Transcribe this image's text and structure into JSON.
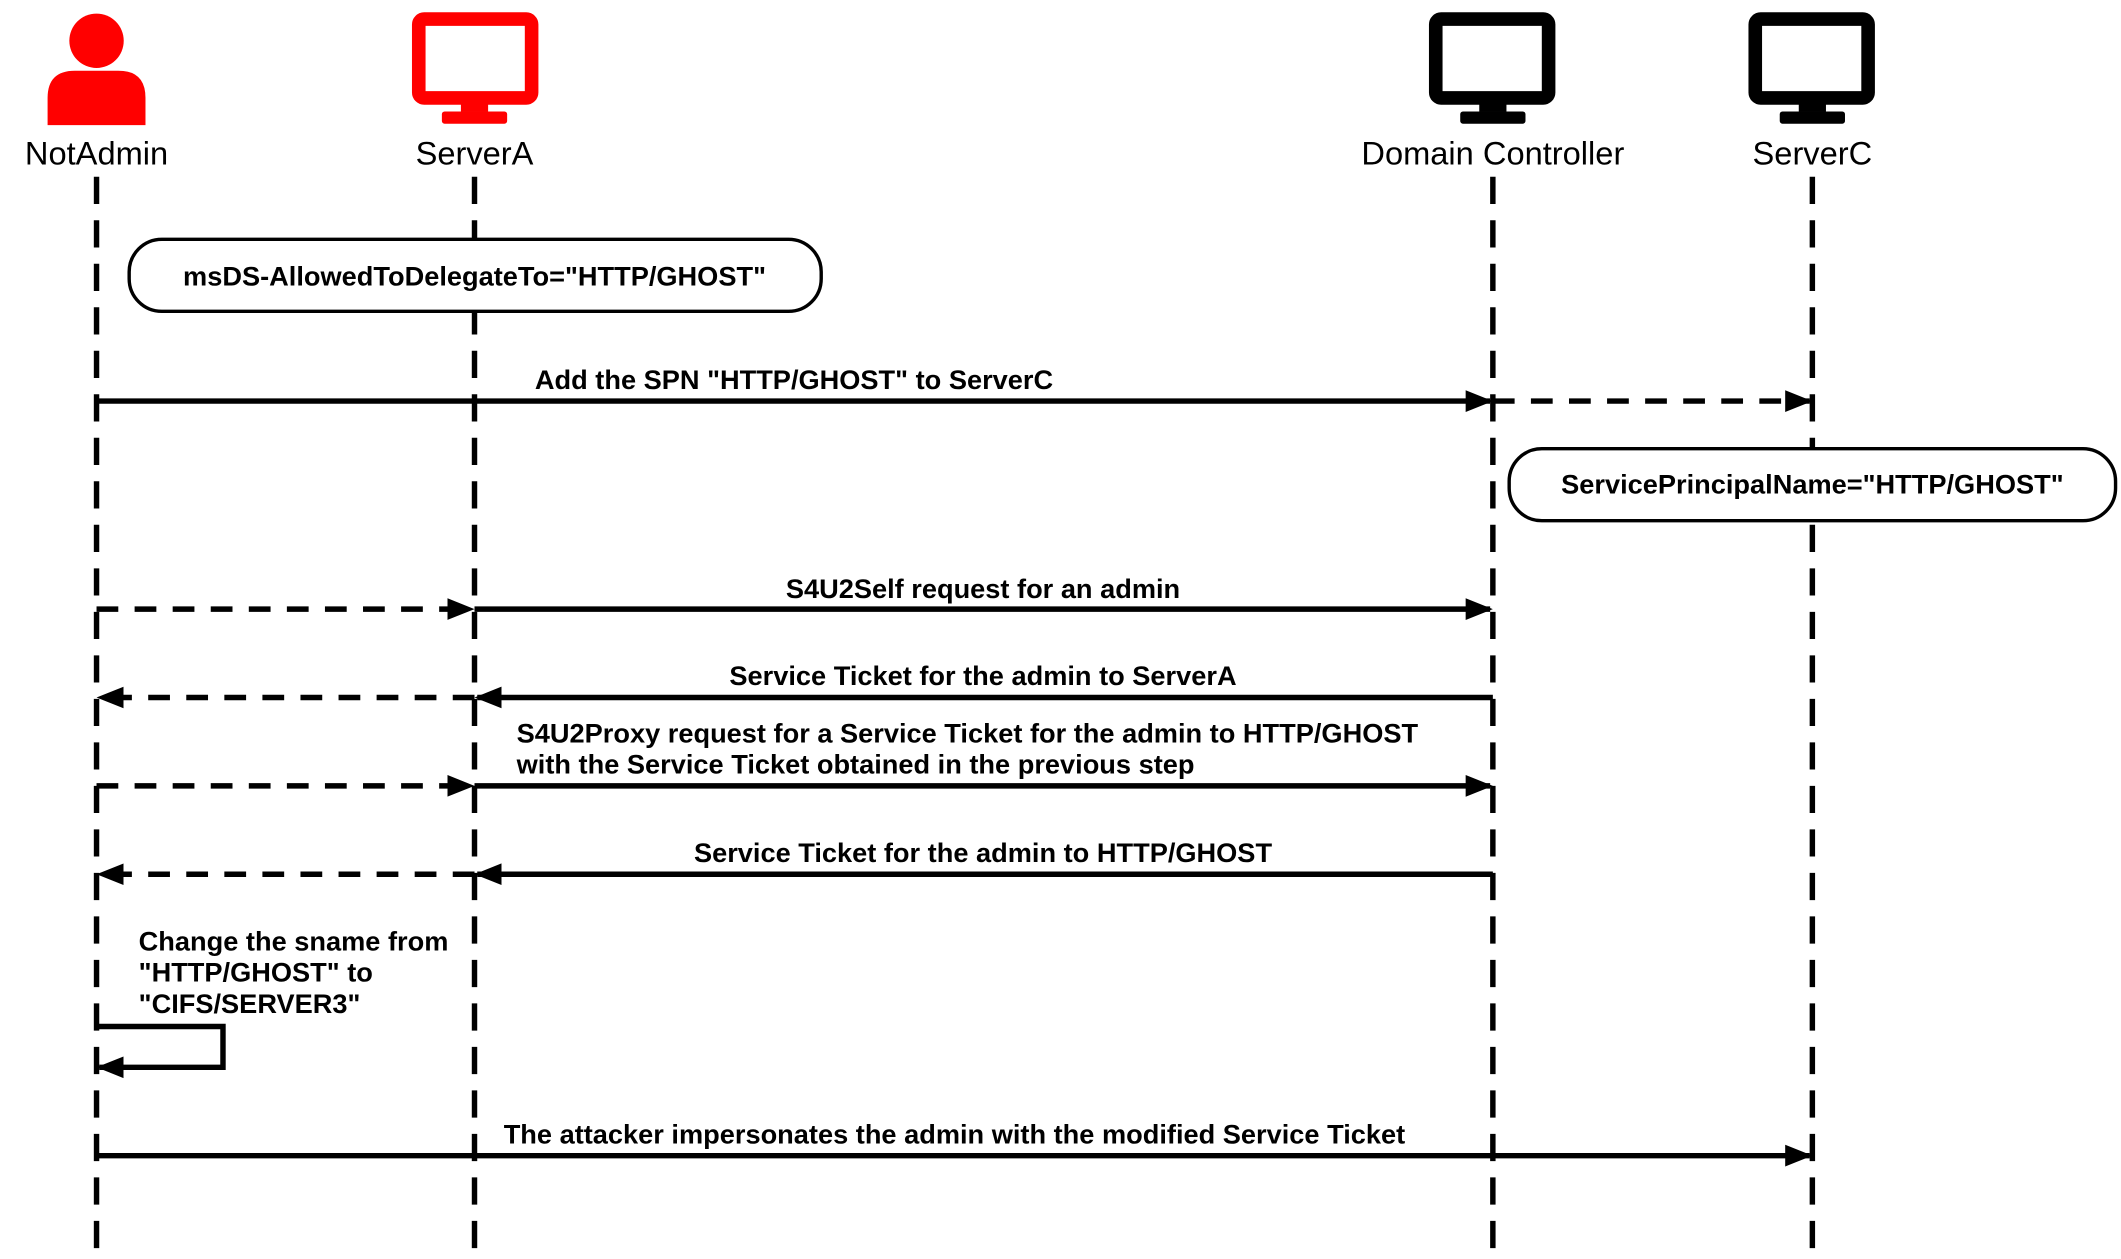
{
  "colors": {
    "attacker_accent": "#ff0000",
    "default_stroke": "#000000",
    "background": "#ffffff"
  },
  "actors": [
    {
      "name": "NotAdmin",
      "icon": "user-icon",
      "color": "#ff0000"
    },
    {
      "name": "ServerA",
      "icon": "monitor-icon",
      "color": "#ff0000"
    },
    {
      "name": "Domain Controller",
      "icon": "monitor-icon",
      "color": "#000000"
    },
    {
      "name": "ServerC",
      "icon": "monitor-icon",
      "color": "#000000"
    }
  ],
  "notes": {
    "serverA_attribute": "msDS-AllowedToDelegateTo=\"HTTP/GHOST\"",
    "serverC_spn": "ServicePrincipalName=\"HTTP/GHOST\""
  },
  "messages": {
    "add_spn": "Add the SPN \"HTTP/GHOST\" to ServerC",
    "s4u2self_request": "S4U2Self request for an admin",
    "ticket_serverA": "Service Ticket for the admin to ServerA",
    "s4u2proxy_line1": "S4U2Proxy request for a Service Ticket for the admin to HTTP/GHOST",
    "s4u2proxy_line2": "with the Service Ticket obtained in the previous step",
    "ticket_http_ghost": "Service Ticket for the admin to HTTP/GHOST",
    "change_sname_line1": "Change the sname from",
    "change_sname_line2": "\"HTTP/GHOST\" to",
    "change_sname_line3": "\"CIFS/SERVER3\"",
    "impersonate": "The attacker impersonates the admin with the modified Service Ticket"
  }
}
